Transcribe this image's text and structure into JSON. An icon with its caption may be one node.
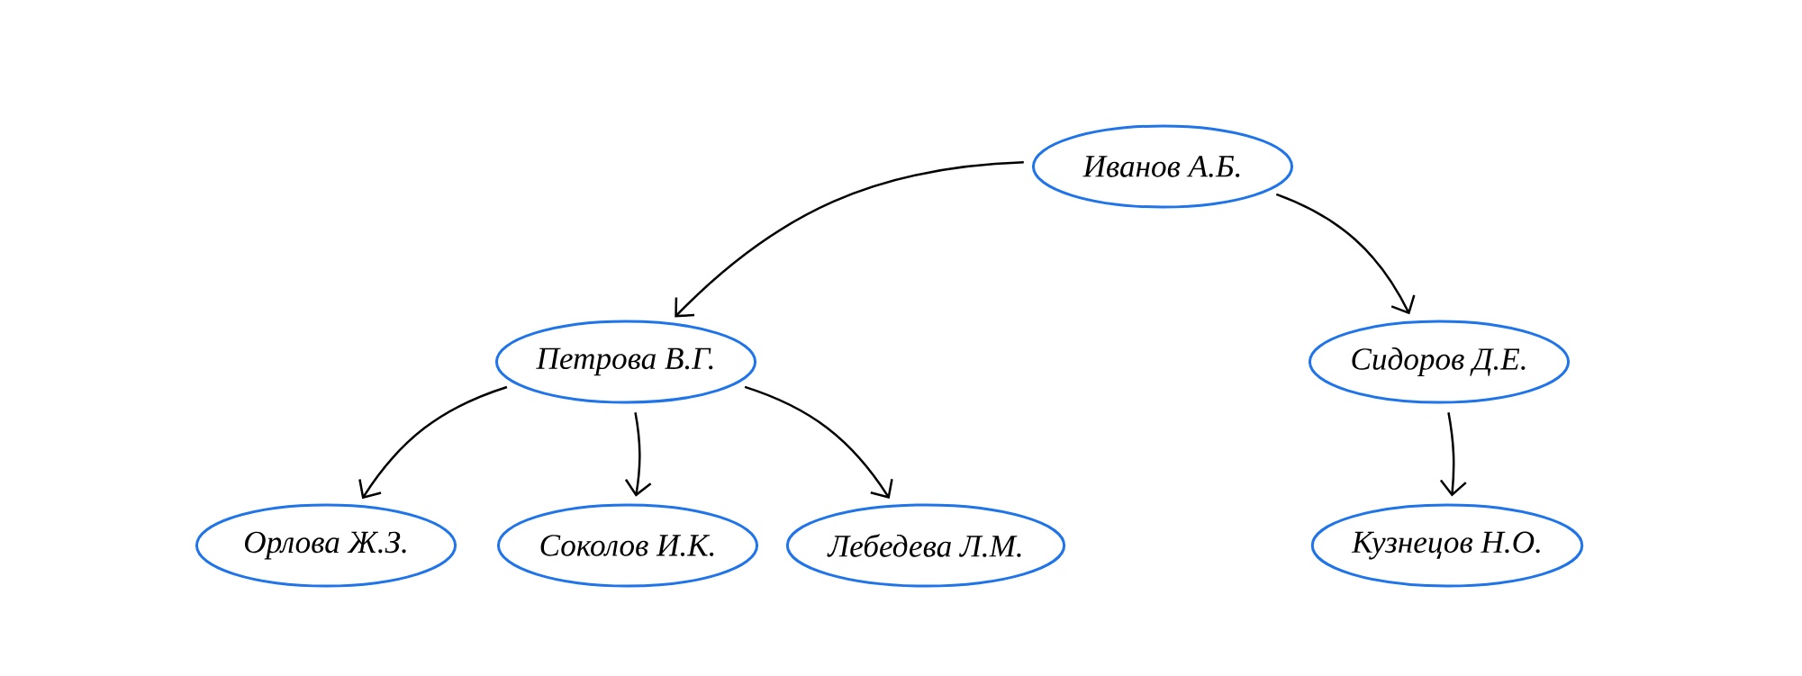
{
  "diagram": {
    "nodes": [
      {
        "text": [
          "Иванов А.Б."
        ]
      },
      {
        "text": [
          "Петрова В.Г."
        ]
      },
      {
        "text": [
          "Сидоров Д.Е."
        ]
      },
      {
        "text": [
          "Орлова Ж.З."
        ]
      },
      {
        "text": [
          "Соколов И.К."
        ]
      },
      {
        "text": [
          "Лебедева Л.М."
        ]
      },
      {
        "text": [
          "Кузнецов Н.О."
        ]
      }
    ],
    "edges": [
      {
        "from": 0,
        "to": 1,
        "arrow": "to"
      },
      {
        "from": 0,
        "to": 2,
        "arrow": "to"
      },
      {
        "from": 1,
        "to": 3,
        "arrow": "to"
      },
      {
        "from": 1,
        "to": 4,
        "arrow": "to"
      },
      {
        "from": 1,
        "to": 5,
        "arrow": "to"
      },
      {
        "from": 2,
        "to": 6,
        "arrow": "to"
      }
    ]
  }
}
